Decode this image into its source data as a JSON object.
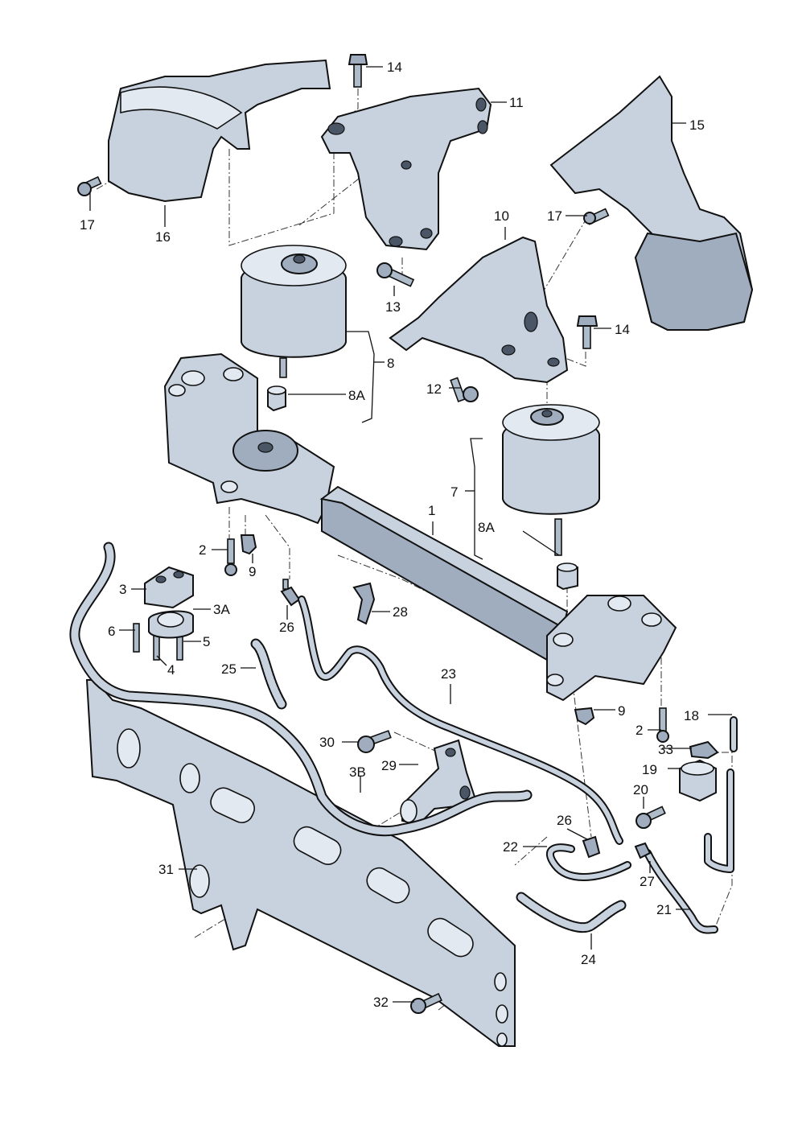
{
  "labels": {
    "l1": "1",
    "l2a": "2",
    "l2b": "2",
    "l3": "3",
    "l3a": "3A",
    "l3b": "3B",
    "l4": "4",
    "l5": "5",
    "l6": "6",
    "l7": "7",
    "l8": "8",
    "l8a_top": "8A",
    "l8a_mid": "8A",
    "l9a": "9",
    "l9b": "9",
    "l10": "10",
    "l11": "11",
    "l12": "12",
    "l13": "13",
    "l14a": "14",
    "l14b": "14",
    "l15": "15",
    "l16": "16",
    "l17a": "17",
    "l17b": "17",
    "l18": "18",
    "l19": "19",
    "l20": "20",
    "l21": "21",
    "l22": "22",
    "l23": "23",
    "l24": "24",
    "l25": "25",
    "l26a": "26",
    "l26b": "26",
    "l27": "27",
    "l28": "28",
    "l29": "29",
    "l30": "30",
    "l31": "31",
    "l32": "32",
    "l33": "33"
  },
  "colors": {
    "part_fill": "#c7d2de",
    "outline": "#111111",
    "background": "#ffffff"
  }
}
